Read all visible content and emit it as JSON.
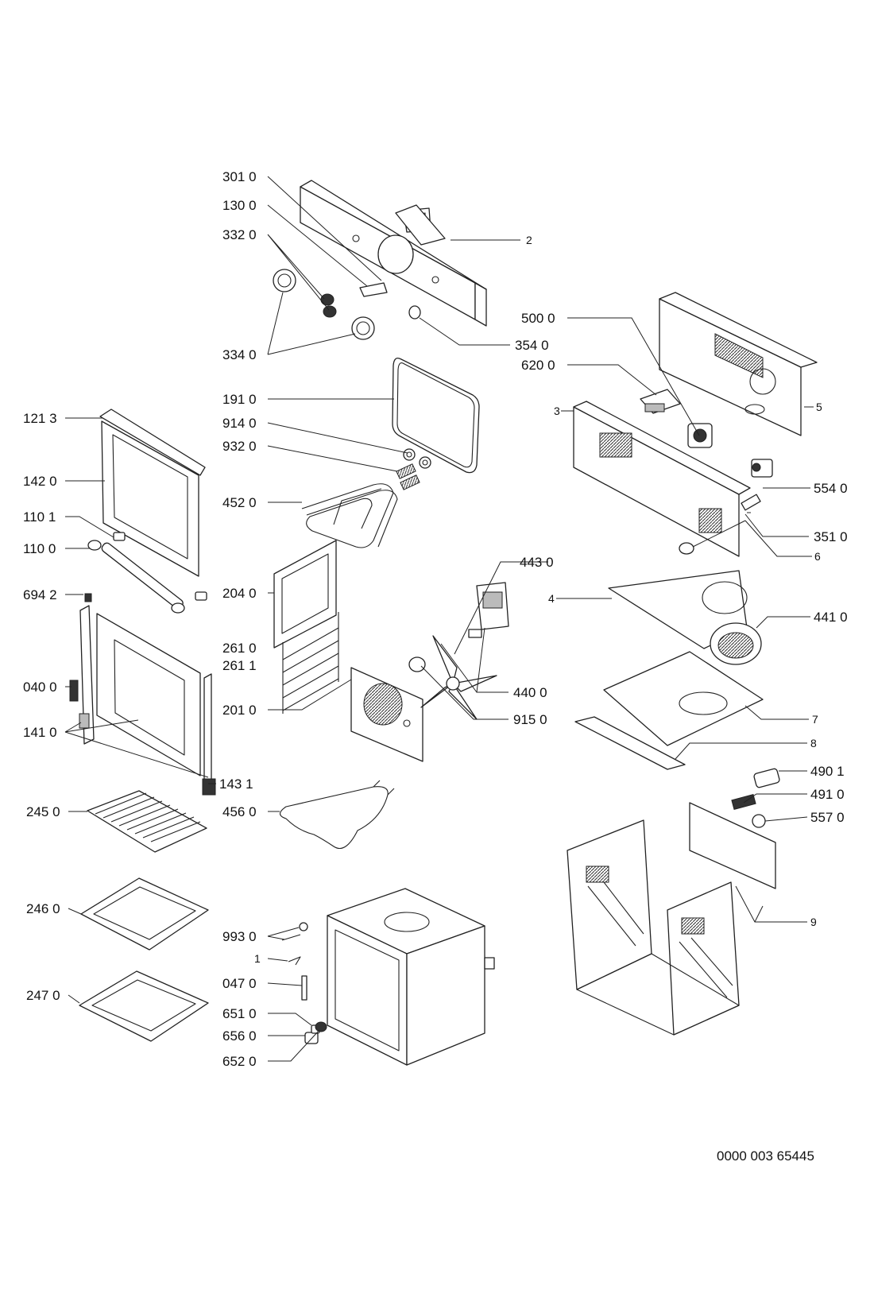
{
  "diagram_id": "0000 003 65445",
  "labels": {
    "p301_0": "301 0",
    "p130_0": "130 0",
    "p332_0": "332 0",
    "p2": "2",
    "p334_0": "334 0",
    "p354_0": "354 0",
    "p500_0": "500 0",
    "p620_0": "620 0",
    "p5": "5",
    "p3": "3",
    "p554_0": "554 0",
    "p351_0": "351 0",
    "p6": "6",
    "p191_0": "191 0",
    "p914_0": "914 0",
    "p932_0": "932 0",
    "p452_0": "452 0",
    "p121_3": "121 3",
    "p142_0": "142 0",
    "p110_1": "110 1",
    "p110_0": "110 0",
    "p694_2": "694 2",
    "p040_0": "040 0",
    "p141_0": "141 0",
    "p143_1": "143 1",
    "p204_0": "204 0",
    "p261_0": "261 0",
    "p261_1": "261 1",
    "p201_0": "201 0",
    "p443_0": "443 0",
    "p440_0": "440 0",
    "p915_0": "915 0",
    "p4": "4",
    "p441_0": "441 0",
    "p7": "7",
    "p8": "8",
    "p490_1": "490 1",
    "p491_0": "491 0",
    "p557_0": "557 0",
    "p9": "9",
    "p456_0": "456 0",
    "p245_0": "245 0",
    "p246_0": "246 0",
    "p247_0": "247 0",
    "p993_0": "993 0",
    "p1": "1",
    "p047_0": "047 0",
    "p651_0": "651 0",
    "p656_0": "656 0",
    "p652_0": "652 0"
  }
}
